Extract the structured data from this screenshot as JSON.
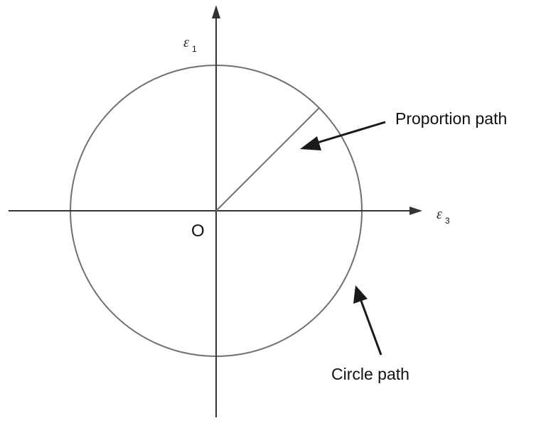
{
  "diagram": {
    "origin_label": "O",
    "vertical_axis_label": {
      "symbol": "ε",
      "subscript": "1"
    },
    "horizontal_axis_label": {
      "symbol": "ε",
      "subscript": "3"
    },
    "annotations": {
      "proportion": "Proportion path",
      "circle": "Circle path"
    }
  },
  "colors": {
    "background": "#ffffff",
    "axes": "#333333",
    "circle": "#707070",
    "proportion_line": "#707070",
    "arrows": "#1a1a1a",
    "text": "#111111"
  }
}
